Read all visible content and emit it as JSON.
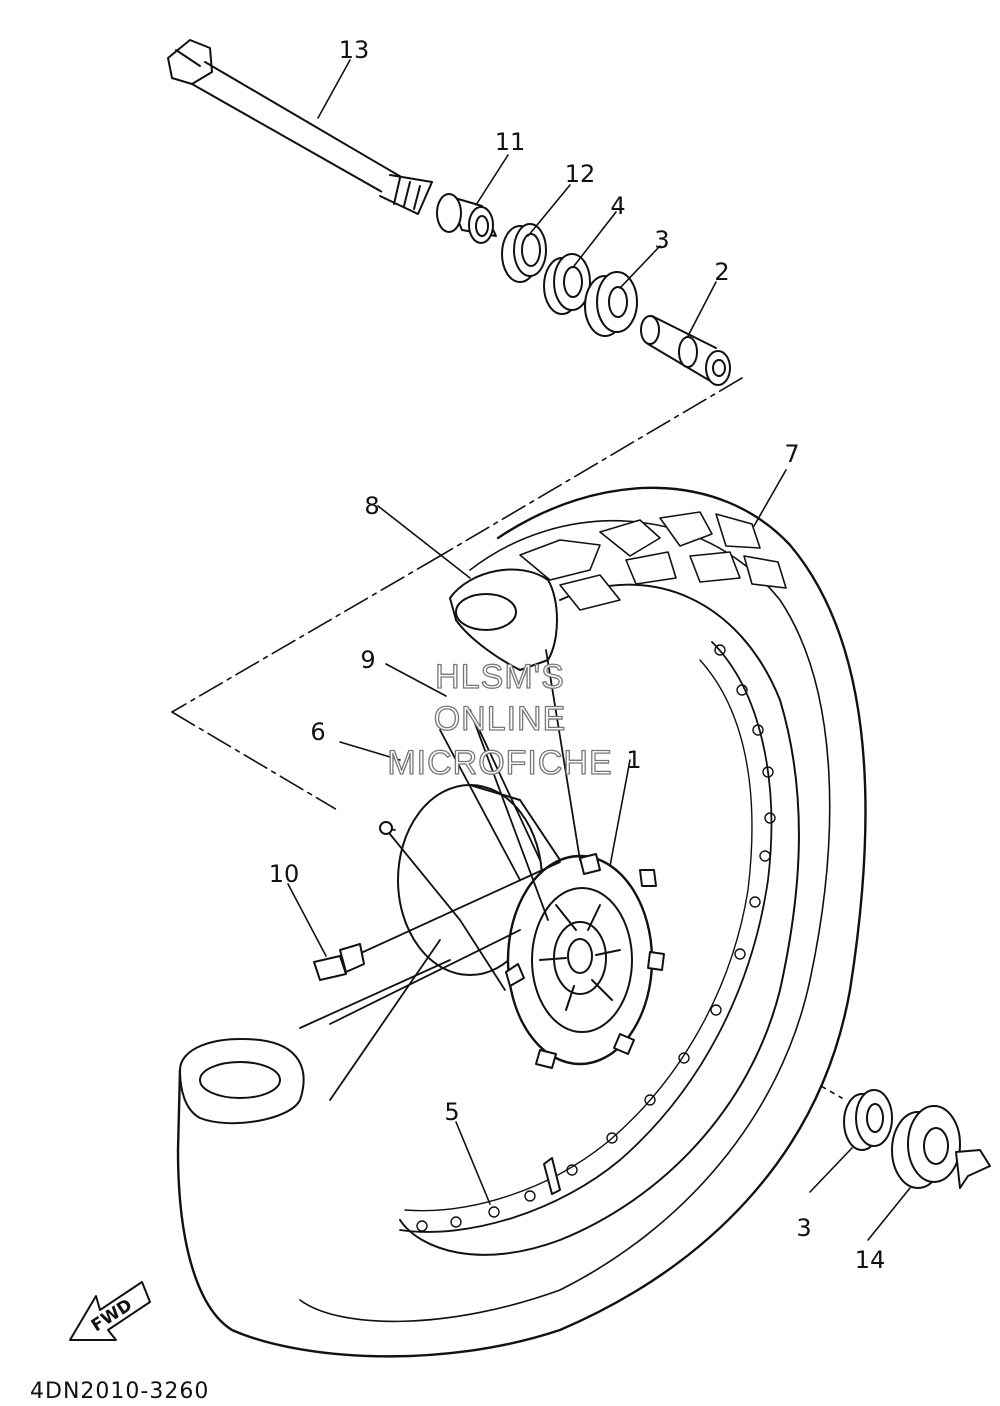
{
  "diagram": {
    "part_labels": [
      "13",
      "11",
      "12",
      "4",
      "3",
      "2",
      "7",
      "8",
      "9",
      "6",
      "1",
      "10",
      "5",
      "3",
      "14"
    ],
    "watermark": [
      "HLSM'S",
      "ONLINE",
      "MICROFICHE"
    ],
    "fwd_label": "FWD",
    "diagram_code": "4DN2010-3260"
  }
}
